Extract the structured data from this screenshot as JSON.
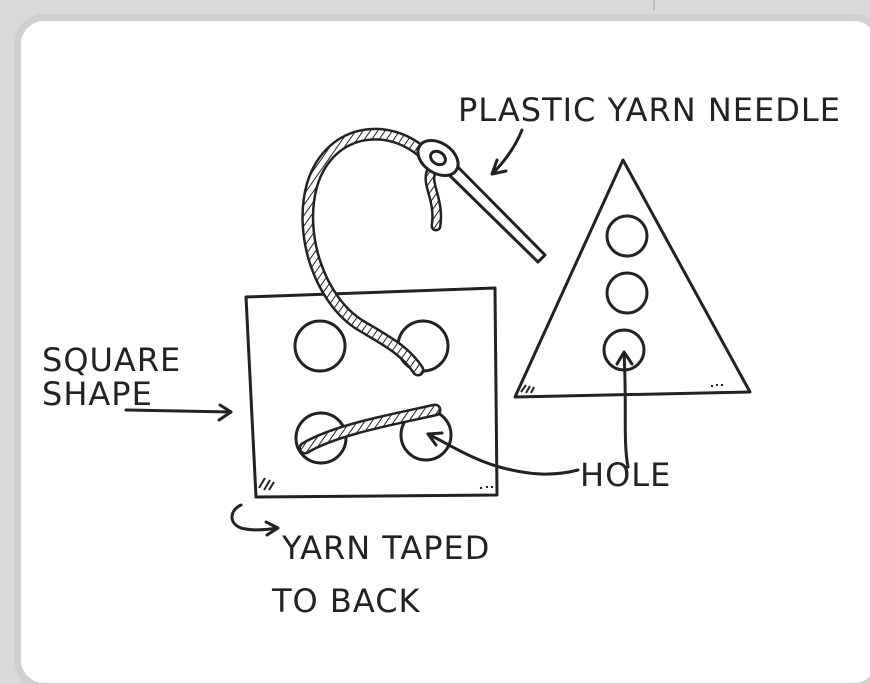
{
  "labels": {
    "needle": "PLASTIC YARN NEEDLE",
    "square_line1": "SQUARE",
    "square_line2": "SHAPE",
    "hole": "HOLE",
    "yarn_line1": "YARN TAPED",
    "yarn_line2": "TO BACK"
  },
  "colors": {
    "ink": "#222222",
    "paper": "#ffffff",
    "frame": "#cfcfcf",
    "background": "#d9d9d9"
  }
}
